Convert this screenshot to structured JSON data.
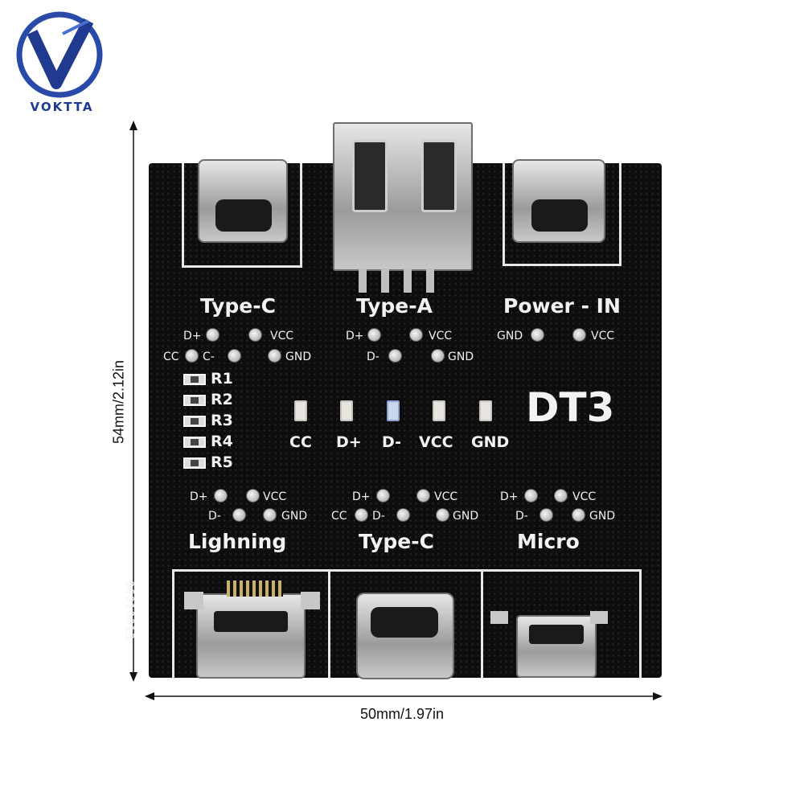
{
  "brand": {
    "name": "VOKTTA",
    "color": "#1f3a8f"
  },
  "dimensions": {
    "height_label": "54mm/2.12in",
    "width_label": "50mm/1.97in"
  },
  "board": {
    "model": "DT3",
    "serial": "06010013",
    "top_ports": {
      "left": "Type-C",
      "middle": "Type-A",
      "right": "Power - IN"
    },
    "bottom_ports": {
      "left": "Lighning",
      "middle": "Type-C",
      "right": "Micro"
    },
    "pads": {
      "dplus": "D+",
      "dminus": "D-",
      "vcc": "VCC",
      "gnd": "GND",
      "cc": "CC",
      "cminus": "C-"
    },
    "resistors": [
      "R1",
      "R2",
      "R3",
      "R4",
      "R5"
    ],
    "leds": [
      "CC",
      "D+",
      "D-",
      "VCC",
      "GND"
    ]
  }
}
